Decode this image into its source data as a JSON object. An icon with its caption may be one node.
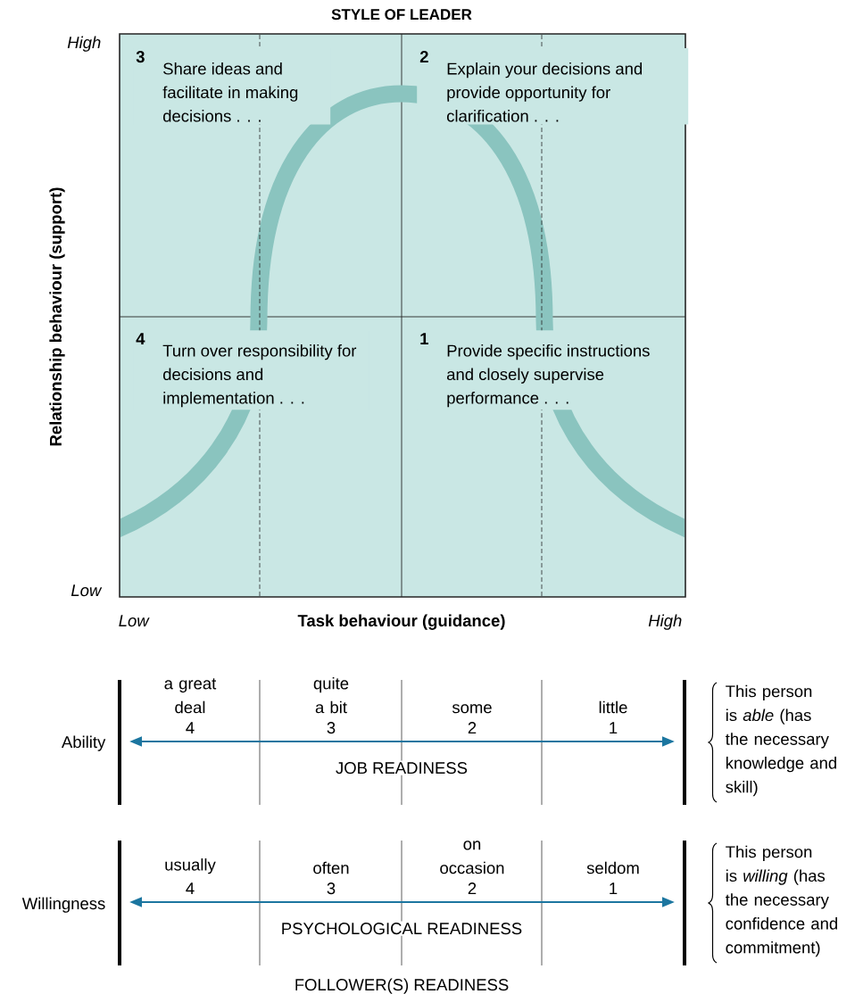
{
  "diagram": {
    "title": "STYLE OF LEADER",
    "nodes": [
      {
        "text": [
          "3",
          "Share ideas and facilitate in making decisions . . ."
        ]
      },
      {
        "text": [
          "2",
          "Explain your decisions and provide opportunity for clarification . . ."
        ]
      },
      {
        "text": [
          "4",
          "Turn over responsibility for decisions and implementation . . ."
        ]
      },
      {
        "text": [
          "1",
          "Provide specific instructions and closely supervise performance . . ."
        ]
      }
    ],
    "labels": [
      "High",
      "Relationship behaviour (support)",
      "Low",
      "Low",
      "Task behaviour (guidance)",
      "High",
      "a great deal",
      "4",
      "quite a bit",
      "3",
      "some",
      "2",
      "little",
      "1",
      "Ability",
      "JOB READINESS",
      "This person is *able* (has the necessary knowledge and skill)",
      "usually",
      "4",
      "often",
      "3",
      "on occasion",
      "2",
      "seldom",
      "1",
      "Willingness",
      "PSYCHOLOGICAL READINESS",
      "This person is *willing* (has the necessary confidence and commitment)",
      "FOLLOWER(S) READINESS"
    ]
  }
}
